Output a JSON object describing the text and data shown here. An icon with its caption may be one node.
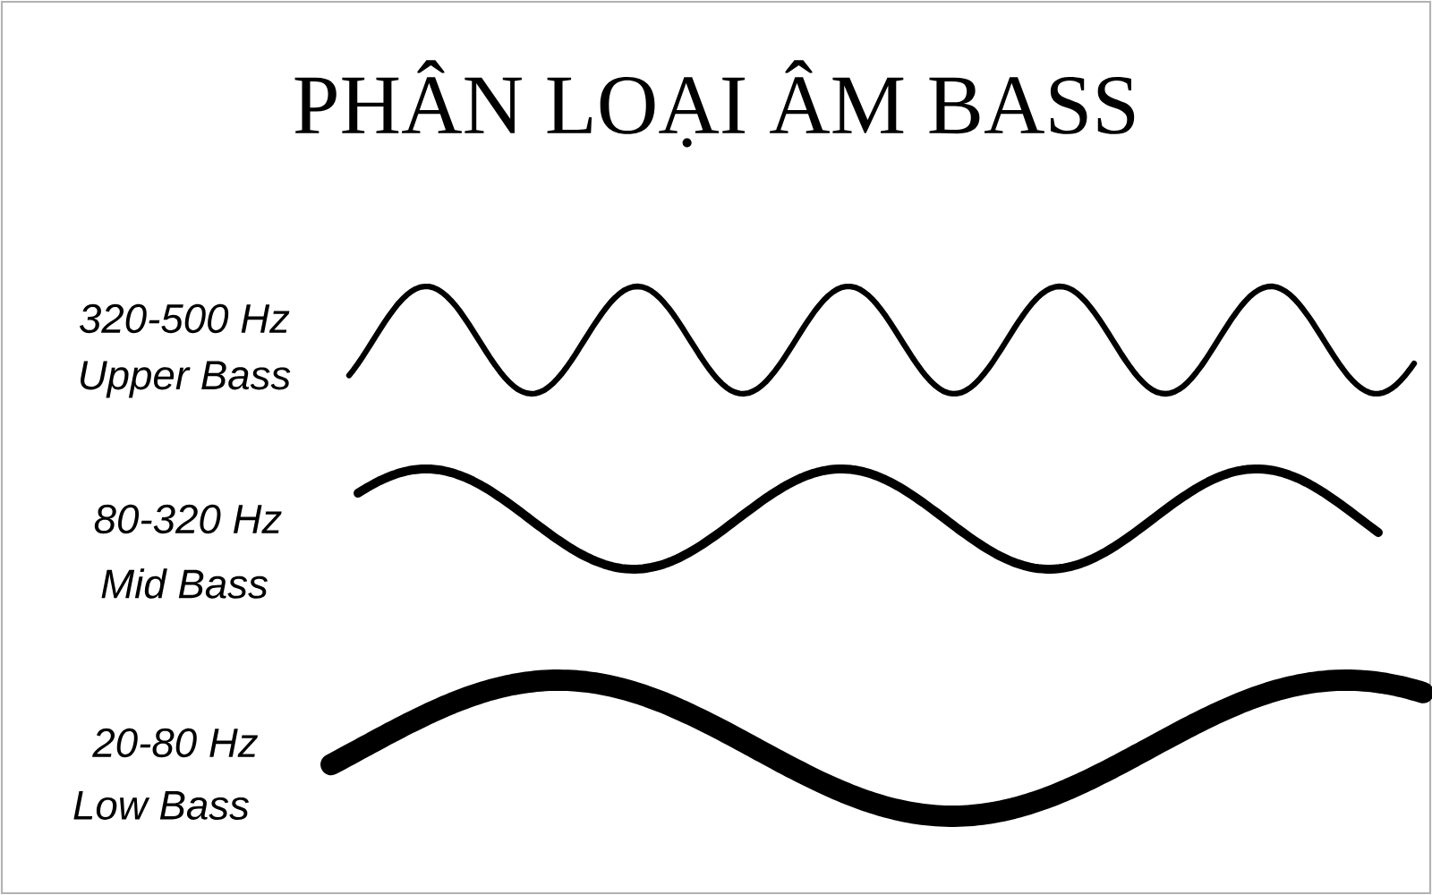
{
  "diagram": {
    "title": "PHÂN LOẠI ÂM BASS",
    "labels": [
      "320-500 Hz",
      "Upper Bass",
      "80-320 Hz",
      "Mid Bass",
      "20-80 Hz",
      "Low Bass"
    ]
  }
}
